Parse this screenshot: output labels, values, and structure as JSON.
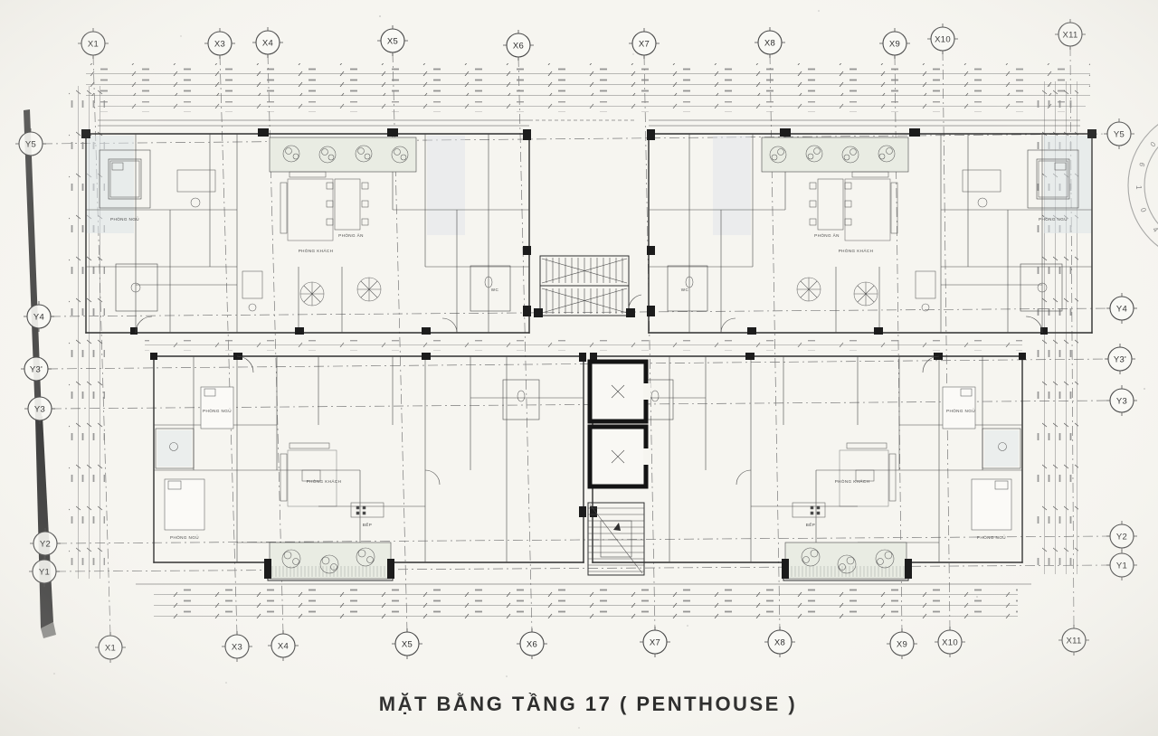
{
  "title": "MẶT BẰNG TẦNG 17 ( PENTHOUSE )",
  "axes": {
    "x": [
      "X1",
      "X3",
      "X4",
      "X5",
      "X6",
      "X7",
      "X8",
      "X9",
      "X10",
      "X11"
    ],
    "y": [
      "Y5",
      "Y4",
      "Y3'",
      "Y3",
      "Y2",
      "Y1"
    ]
  },
  "rooms": {
    "living": "PHÒNG KHÁCH",
    "bedroom": "PHÒNG NGỦ",
    "dining": "PHÒNG ĂN",
    "kitchen": "BẾP",
    "bath": "WC"
  },
  "stamp": {
    "chars": [
      "0",
      "6",
      "1",
      "0",
      "4"
    ]
  },
  "colors": {
    "paper": "#f6f5f0",
    "ink": "#2f2f2f",
    "grid_line": "#7a7a7a",
    "wash_blue": "#dde3e8",
    "planter_green": "#e9ece3",
    "wall_black": "#1c1c1c"
  }
}
